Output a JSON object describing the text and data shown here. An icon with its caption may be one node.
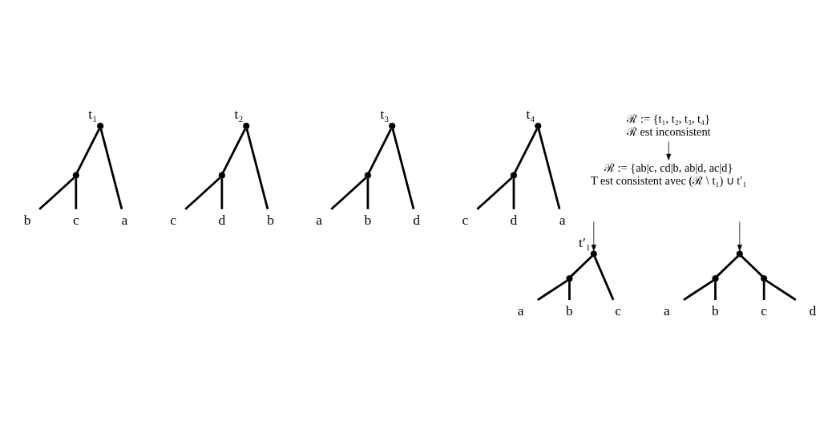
{
  "diagram": {
    "nodes": [
      {
        "text": [],
        "shape": "point",
        "beside": [
          "t₁"
        ]
      },
      {
        "text": [],
        "shape": "point"
      },
      {
        "text": [
          "b"
        ]
      },
      {
        "text": [
          "c"
        ]
      },
      {
        "text": [
          "a"
        ]
      },
      {
        "text": [],
        "shape": "point",
        "beside": [
          "t₂"
        ]
      },
      {
        "text": [],
        "shape": "point"
      },
      {
        "text": [
          "c"
        ]
      },
      {
        "text": [
          "d"
        ]
      },
      {
        "text": [
          "b"
        ]
      },
      {
        "text": [],
        "shape": "point",
        "beside": [
          "t₃"
        ]
      },
      {
        "text": [],
        "shape": "point"
      },
      {
        "text": [
          "a"
        ]
      },
      {
        "text": [
          "b"
        ]
      },
      {
        "text": [
          "d"
        ]
      },
      {
        "text": [],
        "shape": "point",
        "beside": [
          "t₄"
        ]
      },
      {
        "text": [],
        "shape": "point"
      },
      {
        "text": [
          "c"
        ]
      },
      {
        "text": [
          "d"
        ]
      },
      {
        "text": [
          "a"
        ]
      },
      {
        "text": [],
        "shape": "point",
        "beside": [
          "t′₁"
        ]
      },
      {
        "text": [],
        "shape": "point"
      },
      {
        "text": [
          "a"
        ]
      },
      {
        "text": [
          "b"
        ]
      },
      {
        "text": [
          "c"
        ]
      },
      {
        "text": [],
        "shape": "point"
      },
      {
        "text": [],
        "shape": "point"
      },
      {
        "text": [],
        "shape": "point"
      },
      {
        "text": [
          "a"
        ]
      },
      {
        "text": [
          "b"
        ]
      },
      {
        "text": [
          "c"
        ]
      },
      {
        "text": [
          "d"
        ]
      },
      {
        "text": [
          "ℛ := {t₁, t₂, t₃, t₄}",
          "ℛ est inconsistent"
        ]
      },
      {
        "text": [
          "ℛ := {ab|c, cd|b, ab|d, ac|d}",
          "T est consistent avec (ℛ \\ t₁) ∪ t′₁"
        ]
      }
    ],
    "edges": [
      {
        "from": 0,
        "to": 1,
        "arrow": "none"
      },
      {
        "from": 0,
        "to": 4,
        "arrow": "none"
      },
      {
        "from": 1,
        "to": 2,
        "arrow": "none"
      },
      {
        "from": 1,
        "to": 3,
        "arrow": "none"
      },
      {
        "from": 5,
        "to": 6,
        "arrow": "none"
      },
      {
        "from": 5,
        "to": 9,
        "arrow": "none"
      },
      {
        "from": 6,
        "to": 7,
        "arrow": "none"
      },
      {
        "from": 6,
        "to": 8,
        "arrow": "none"
      },
      {
        "from": 10,
        "to": 11,
        "arrow": "none"
      },
      {
        "from": 10,
        "to": 14,
        "arrow": "none"
      },
      {
        "from": 11,
        "to": 12,
        "arrow": "none"
      },
      {
        "from": 11,
        "to": 13,
        "arrow": "none"
      },
      {
        "from": 15,
        "to": 16,
        "arrow": "none"
      },
      {
        "from": 15,
        "to": 19,
        "arrow": "none"
      },
      {
        "from": 16,
        "to": 17,
        "arrow": "none"
      },
      {
        "from": 16,
        "to": 18,
        "arrow": "none"
      },
      {
        "from": 20,
        "to": 21,
        "arrow": "none"
      },
      {
        "from": 20,
        "to": 24,
        "arrow": "none"
      },
      {
        "from": 21,
        "to": 22,
        "arrow": "none"
      },
      {
        "from": 21,
        "to": 23,
        "arrow": "none"
      },
      {
        "from": 25,
        "to": 26,
        "arrow": "none"
      },
      {
        "from": 25,
        "to": 27,
        "arrow": "none"
      },
      {
        "from": 26,
        "to": 28,
        "arrow": "none"
      },
      {
        "from": 26,
        "to": 29,
        "arrow": "none"
      },
      {
        "from": 27,
        "to": 30,
        "arrow": "none"
      },
      {
        "from": 27,
        "to": 31,
        "arrow": "none"
      },
      {
        "from": null,
        "to": 20,
        "arrow": "to"
      },
      {
        "from": null,
        "to": 25,
        "arrow": "to"
      },
      {
        "from": 32,
        "to": 33,
        "arrow": "to"
      }
    ]
  }
}
